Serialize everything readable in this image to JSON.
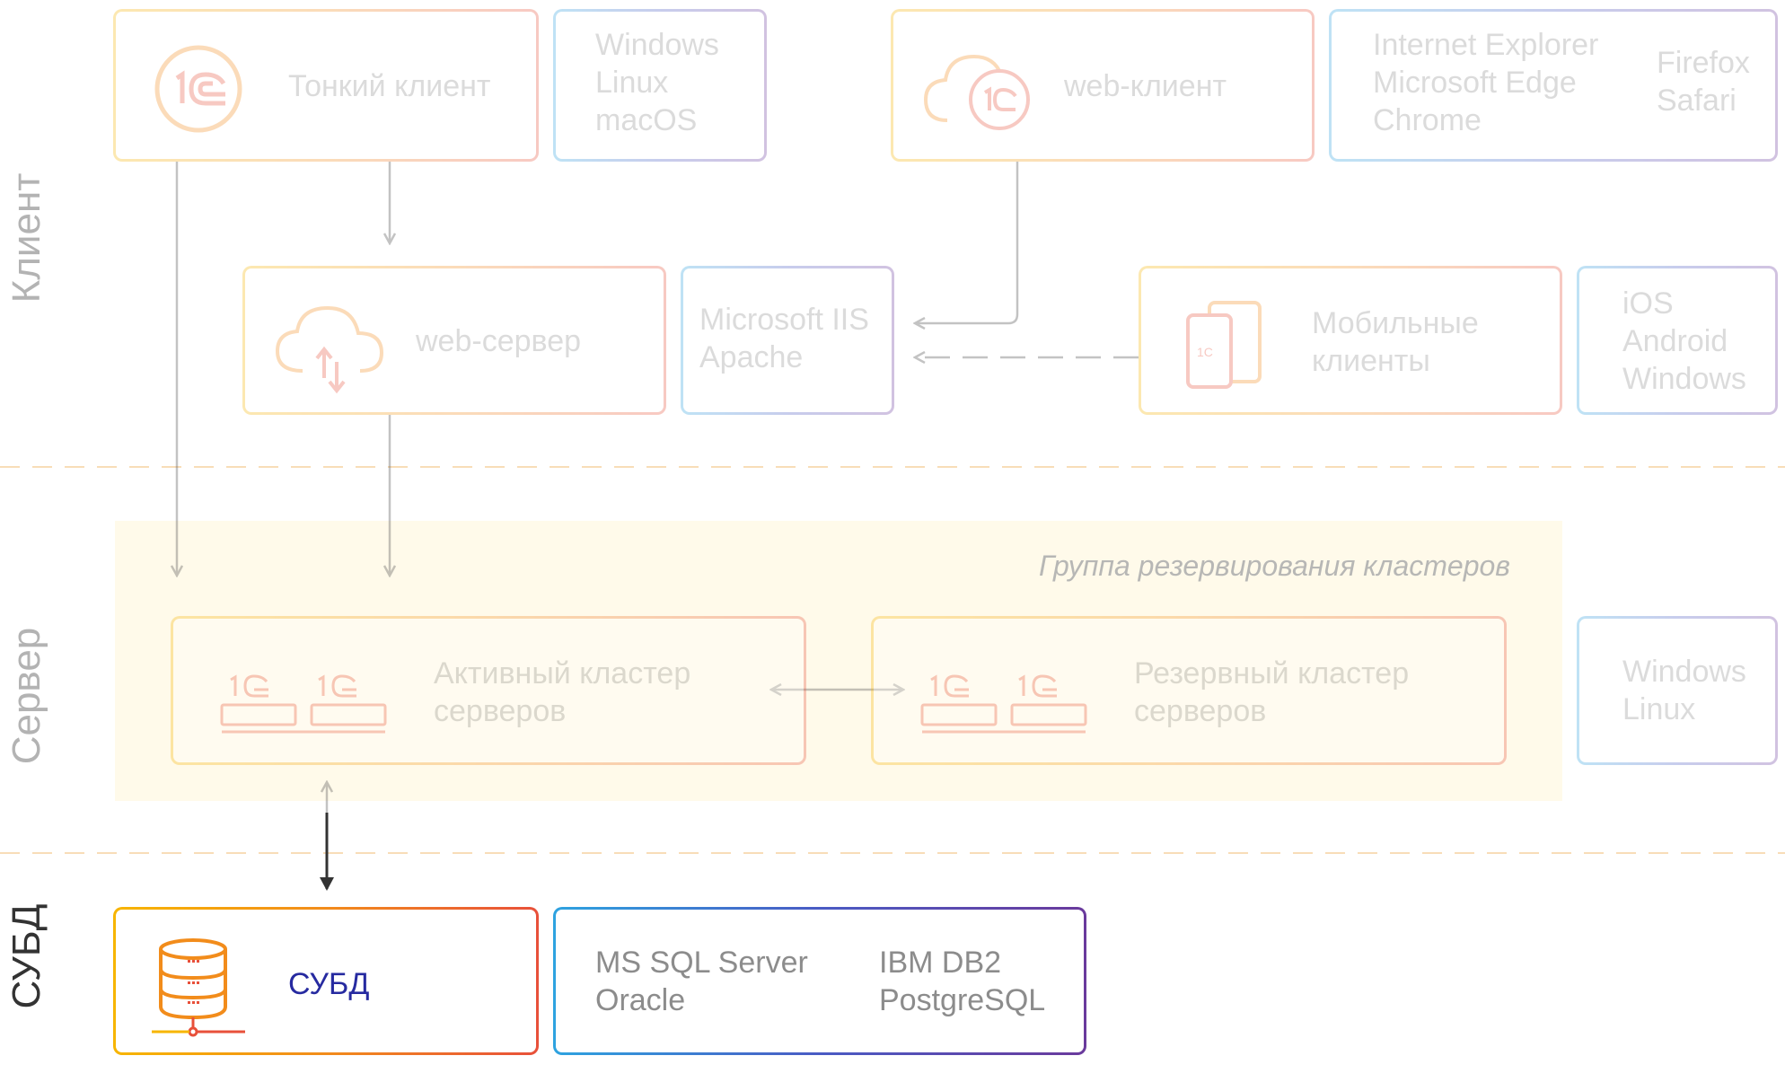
{
  "sections": {
    "client": "Клиент",
    "server": "Сервер",
    "dbms": "СУБД"
  },
  "client": {
    "thin_client": {
      "label": "Тонкий клиент",
      "os": [
        "Windows",
        "Linux",
        "macOS"
      ]
    },
    "web_client": {
      "label": "web-клиент",
      "browsers_col1": [
        "Internet Explorer",
        "Microsoft Edge",
        "Chrome"
      ],
      "browsers_col2": [
        "Firefox",
        "Safari"
      ]
    },
    "web_server": {
      "label": "web-сервер",
      "servers": [
        "Microsoft IIS",
        "Apache"
      ]
    },
    "mobile": {
      "label_line1": "Мобильные",
      "label_line2": "клиенты",
      "os": [
        "iOS",
        "Android",
        "Windows"
      ]
    }
  },
  "server": {
    "group_title": "Группа резервирования кластеров",
    "active": {
      "line1": "Активный кластер",
      "line2": "серверов"
    },
    "reserve": {
      "line1": "Резервный кластер",
      "line2": "серверов"
    },
    "os": [
      "Windows",
      "Linux"
    ]
  },
  "dbms": {
    "label": "СУБД",
    "col1": [
      "MS SQL Server",
      "Oracle"
    ],
    "col2": [
      "IBM DB2",
      "PostgreSQL"
    ]
  },
  "colors": {
    "warm_border": "#f28c1b",
    "cool_border": "#4a5bc4",
    "text_dark": "#262aa0",
    "text_gray": "#8c8c8c"
  }
}
